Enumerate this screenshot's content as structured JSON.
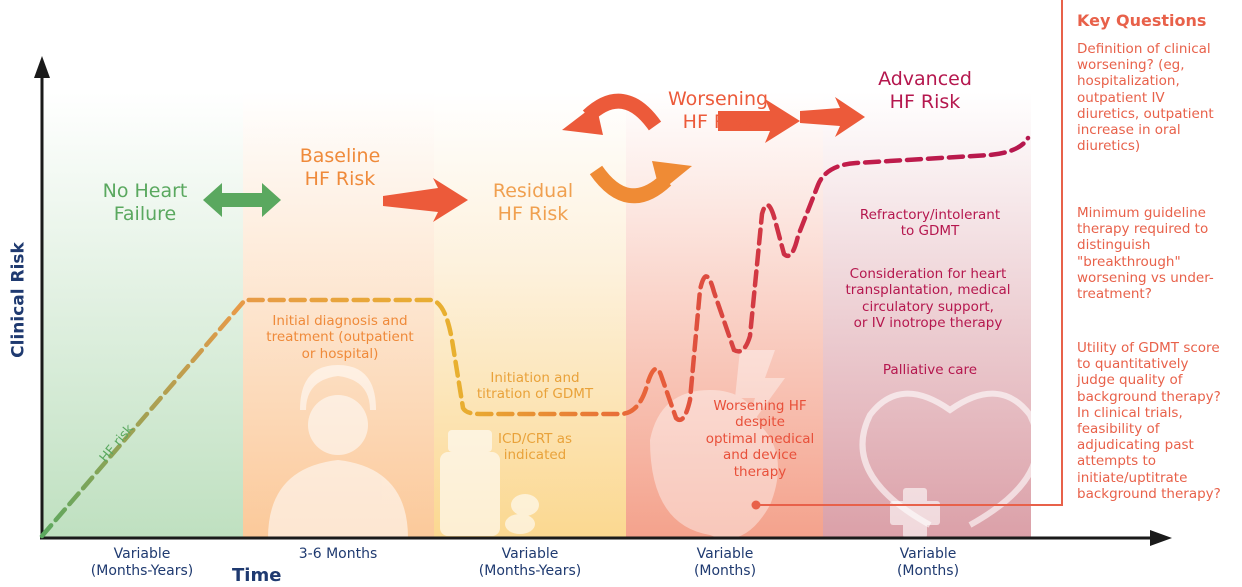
{
  "axes": {
    "y_label": "Clinical Risk",
    "x_label": "Time",
    "hf_risk_label": "HF risk"
  },
  "colors": {
    "green": "#5aa85f",
    "orange_light": "#f0a050",
    "orange": "#ef7d3a",
    "red_orange": "#ec5a3a",
    "crimson": "#b5174e",
    "axis": "#1f3a70",
    "key_questions": "#e8614a"
  },
  "stages": [
    {
      "title_line1": "No Heart",
      "title_line2": "Failure",
      "tick_line1": "Variable",
      "tick_line2": "(Months-Years)"
    },
    {
      "title_line1": "Baseline",
      "title_line2": "HF Risk",
      "tick_line1": "3-6 Months",
      "note_line1": "Initial diagnosis and",
      "note_line2": "treatment (outpatient",
      "note_line3": "or hospital)"
    },
    {
      "title_line1": "Residual",
      "title_line2": "HF Risk",
      "tick_line1": "Variable",
      "tick_line2": "(Months-Years)",
      "note_a_line1": "Initiation and",
      "note_a_line2": "titration of GDMT",
      "note_b_line1": "ICD/CRT as",
      "note_b_line2": "indicated"
    },
    {
      "title_line1": "Worsening",
      "title_line2": "HF Risk",
      "tick_line1": "Variable",
      "tick_line2": "(Months)",
      "note_line1": "Worsening HF",
      "note_line2": "despite",
      "note_line3": "optimal medical",
      "note_line4": "and device",
      "note_line5": "therapy"
    },
    {
      "title_line1": "Advanced",
      "title_line2": "HF Risk",
      "tick_line1": "Variable",
      "tick_line2": "(Months)",
      "note_a_line1": "Refractory/intolerant",
      "note_a_line2": "to GDMT",
      "note_b_line1": "Consideration for heart",
      "note_b_line2": "transplantation, medical",
      "note_b_line3": "circulatory support,",
      "note_b_line4": "or IV inotrope therapy",
      "note_c": "Palliative care"
    }
  ],
  "key_questions": {
    "title": "Key Questions",
    "q1": [
      "Definition of clinical",
      "worsening? (eg,",
      "hospitalization,",
      "outpatient IV",
      "diuretics, outpatient",
      "increase in oral",
      "diuretics)"
    ],
    "q2": [
      "Minimum guideline",
      "therapy required to",
      "distinguish",
      "\"breakthrough\"",
      "worsening vs under-",
      "treatment?"
    ],
    "q3": [
      "Utility of GDMT score",
      "to quantitatively",
      "judge quality of",
      "background therapy?",
      "In clinical trials,",
      "feasibility of",
      "adjudicating past",
      "attempts to",
      "initiate/uptitrate",
      "background therapy?"
    ]
  }
}
